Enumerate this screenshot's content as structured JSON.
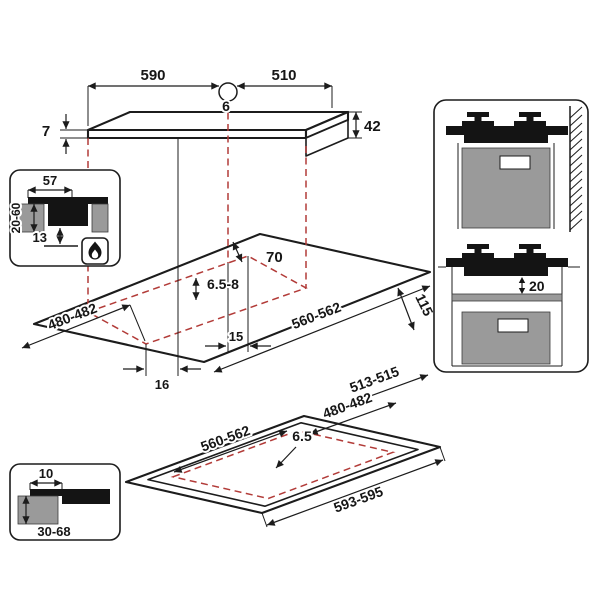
{
  "colors": {
    "ink": "#1c1c1c",
    "guide_red": "#b23b38",
    "panel_gray": "#9a9a9a",
    "fill_black": "#141414"
  },
  "hob_view": {
    "width": "590",
    "depth": "510",
    "rim_height": "7",
    "total_height": "42",
    "hole_diameter": "6"
  },
  "edge_section": {
    "width": "57",
    "worktop_thickness": "20-60",
    "clearance": "13"
  },
  "cutout_plan": {
    "rear_gap": "70",
    "glass_thickness": "6.5-8",
    "side_gap": "115",
    "depth": "480-482",
    "width": "560-562",
    "offset_a": "15",
    "offset_b": "16"
  },
  "flush_plan": {
    "ledge_depth": "513-515",
    "cutout_depth": "480-482",
    "cutout_width": "560-562",
    "rebate": "6.5",
    "overall_width": "593-595"
  },
  "flush_section": {
    "rebate_width": "10",
    "worktop_thickness": "30-68"
  },
  "clearance_view": {
    "shelf_gap": "20"
  },
  "icons": {
    "flame": "flame-icon",
    "burner": "burner-icon",
    "wall": "wall-hatch"
  }
}
